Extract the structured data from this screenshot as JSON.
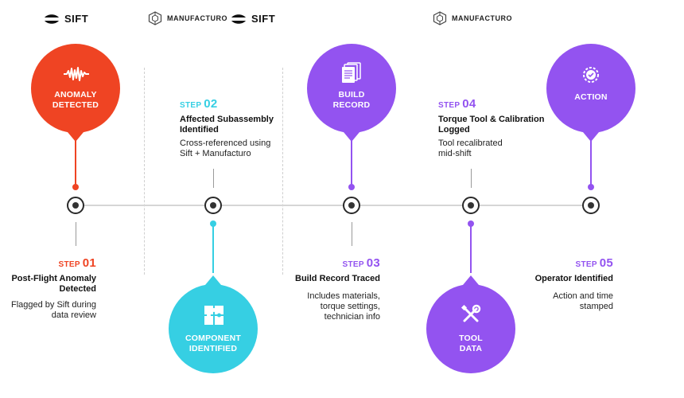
{
  "logos": {
    "sift": "SIFT",
    "manufacturo": "MANUFACTURO"
  },
  "colors": {
    "orange": "#EF4423",
    "teal": "#36CFE3",
    "purple": "#9353F0"
  },
  "pins": [
    {
      "label_line1": "ANOMALY",
      "label_line2": "DETECTED",
      "icon": "waveform-icon"
    },
    {
      "label_line1": "COMPONENT",
      "label_line2": "IDENTIFIED",
      "icon": "puzzle-icon"
    },
    {
      "label_line1": "BUILD",
      "label_line2": "RECORD",
      "icon": "documents-icon"
    },
    {
      "label_line1": "TOOL",
      "label_line2": "DATA",
      "icon": "wrench-screwdriver-icon"
    },
    {
      "label_line1": "ACTION",
      "label_line2": "",
      "icon": "gear-badge-icon"
    }
  ],
  "steps": [
    {
      "prefix": "STEP",
      "num": "01",
      "title_1": "Post-Flight Anomaly",
      "title_2": "Detected",
      "desc_1": "Flagged by Sift during",
      "desc_2": "data review",
      "desc_3": ""
    },
    {
      "prefix": "STEP",
      "num": "02",
      "title_1": "Affected Subassembly",
      "title_2": "Identified",
      "desc_1": "Cross-referenced using",
      "desc_2": "Sift + Manufacturo",
      "desc_3": ""
    },
    {
      "prefix": "STEP",
      "num": "03",
      "title_1": "Build Record Traced",
      "title_2": "",
      "desc_1": "Includes materials,",
      "desc_2": "torque settings,",
      "desc_3": "technician info"
    },
    {
      "prefix": "STEP",
      "num": "04",
      "title_1": "Torque Tool & Calibration",
      "title_2": "Logged",
      "desc_1": "Tool recalibrated",
      "desc_2": "mid-shift",
      "desc_3": ""
    },
    {
      "prefix": "STEP",
      "num": "05",
      "title_1": "Operator Identified",
      "title_2": "",
      "desc_1": "Action and time",
      "desc_2": "stamped",
      "desc_3": ""
    }
  ]
}
